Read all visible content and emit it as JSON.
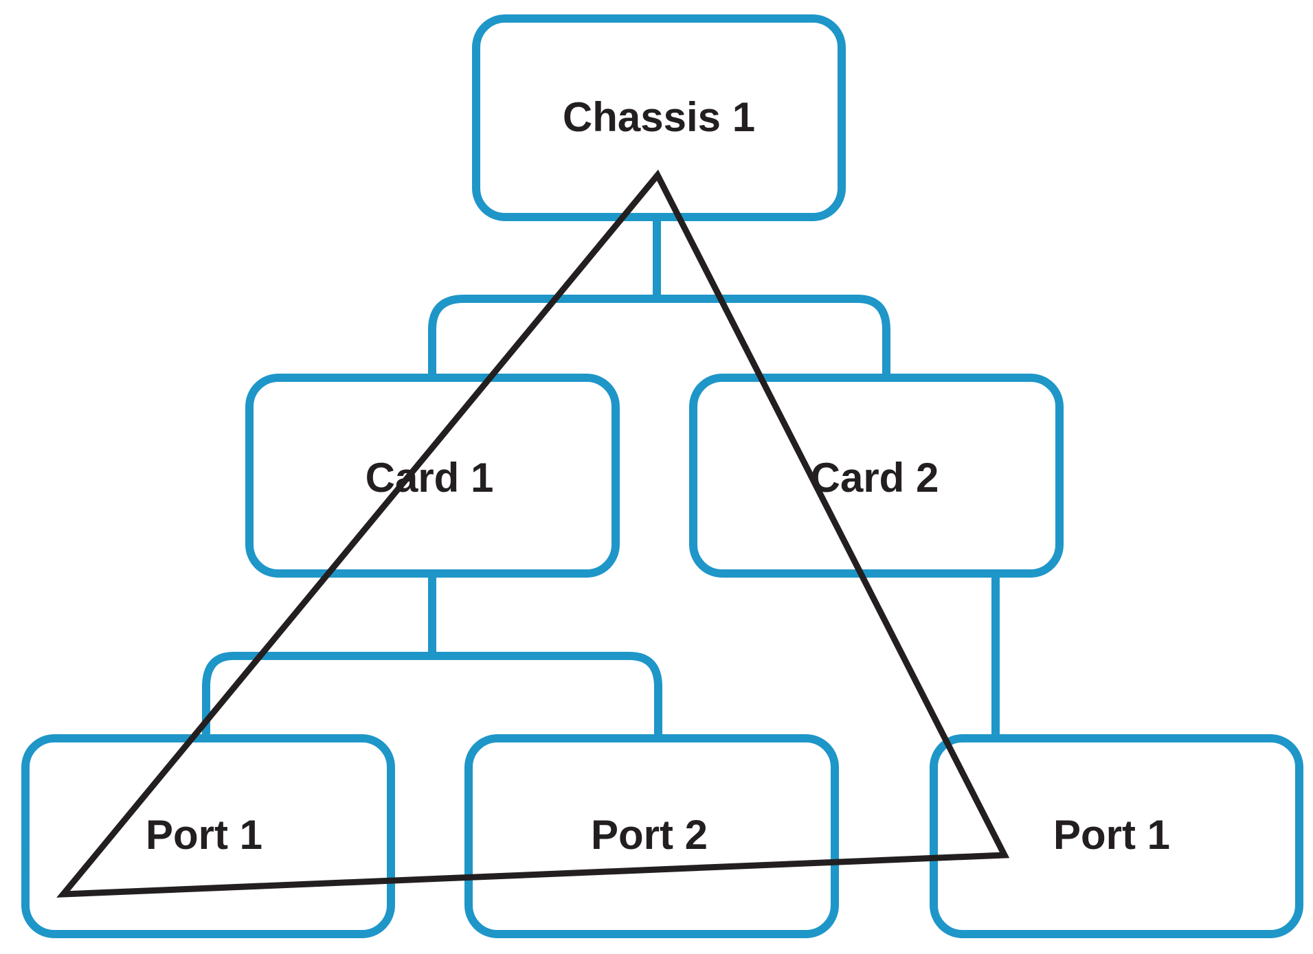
{
  "colors": {
    "node_stroke": "#1e96c8",
    "connector": "#1e96c8",
    "overlay": "#231f20",
    "text": "#231f20"
  },
  "nodes": {
    "chassis_1": "Chassis 1",
    "card_1": "Card 1",
    "card_2": "Card 2",
    "card1_port_1": "Port 1",
    "card1_port_2": "Port 2",
    "card2_port_1": "Port 1"
  }
}
